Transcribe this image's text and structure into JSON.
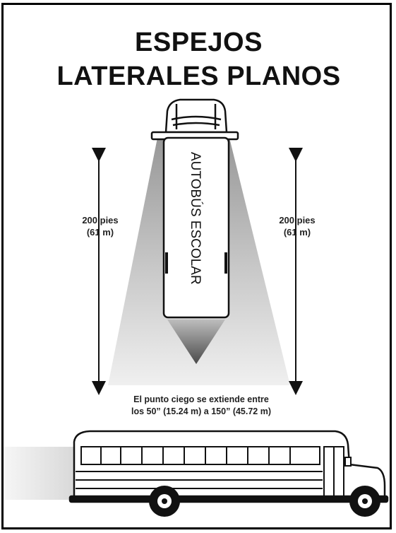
{
  "title": {
    "line1": "ESPEJOS",
    "line2": "LATERALES PLANOS"
  },
  "bus_label": "AUTOBÚS ESCOLAR",
  "left_distance": {
    "line1": "200 pies",
    "line2": "(61 m)"
  },
  "right_distance": {
    "line1": "200 pies",
    "line2": "(61 m)"
  },
  "caption": {
    "line1": "El punto ciego se extiende entre",
    "line2": "los 50” (15.24 m) a 150” (45.72 m)"
  },
  "colors": {
    "frame": "#000000",
    "text": "#111111",
    "mirror_zone_light": "#e6e6e6",
    "mirror_zone_dark": "#9a9a9a",
    "bus_outline": "#111111"
  }
}
